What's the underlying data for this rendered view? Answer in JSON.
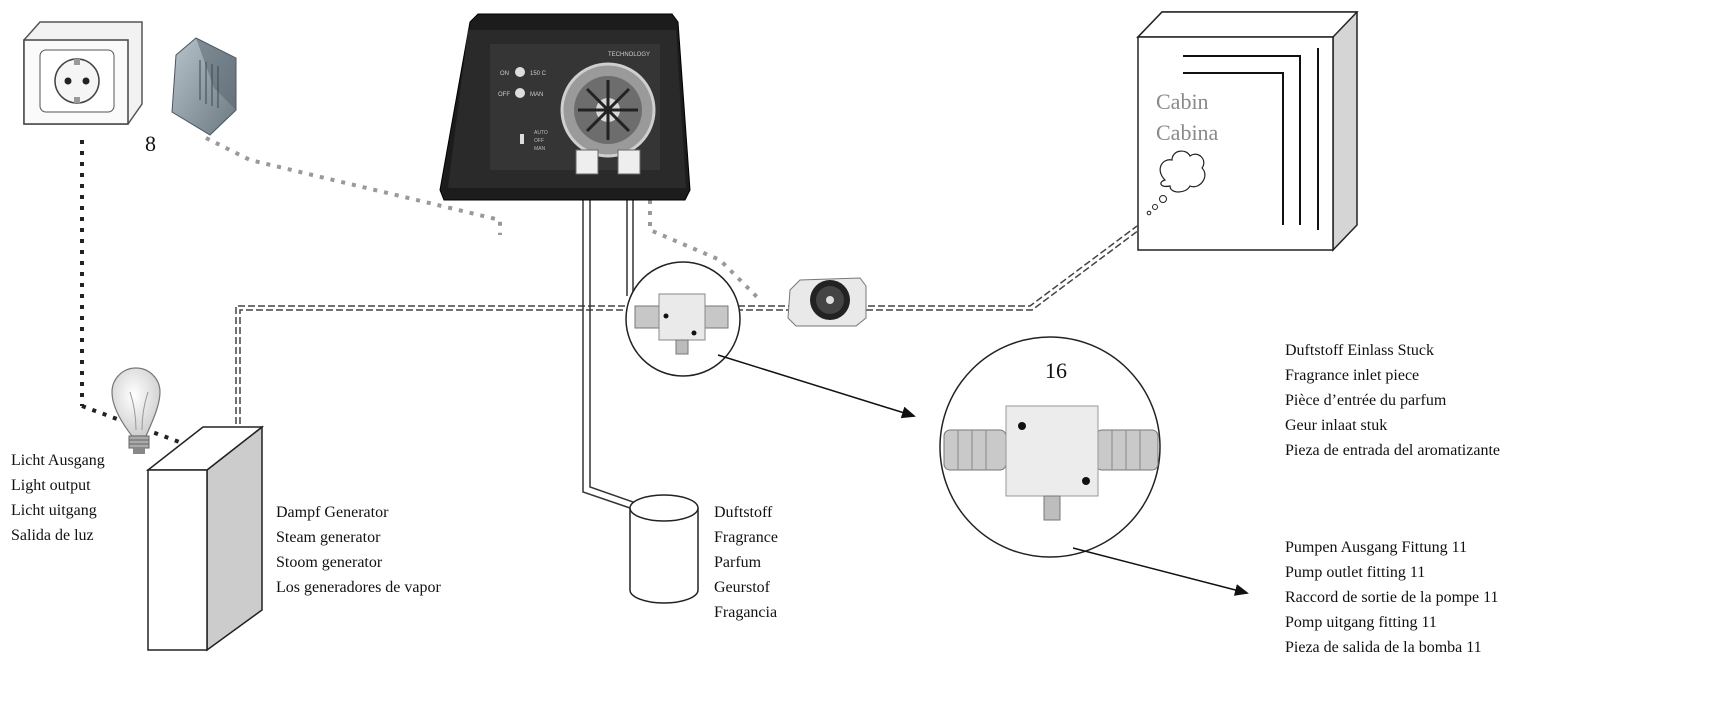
{
  "numbers": {
    "adapter": "8",
    "fitting_zoom": "16"
  },
  "cabin": {
    "line1": "Cabin",
    "line2": "Cabina"
  },
  "light_output": [
    "Licht Ausgang",
    "Light output",
    "Licht uitgang",
    "Salida de luz"
  ],
  "steam_generator": [
    "Dampf Generator",
    "Steam generator",
    "Stoom generator",
    "Los generadores de vapor"
  ],
  "fragrance": [
    "Duftstoff",
    "Fragrance",
    "Parfum",
    "Geurstof",
    "Fragancia"
  ],
  "inlet_piece": [
    "Duftstoff Einlass Stuck",
    "Fragrance inlet piece",
    "Pièce d’entrée du parfum",
    "Geur inlaat stuk",
    "Pieza de entrada del aromatizante"
  ],
  "pump_outlet": [
    "Pumpen Ausgang Fittung 11",
    "Pump outlet fitting 11",
    "Raccord de sortie de la pompe 11",
    "Pomp uitgang fitting 11",
    "Pieza de salida de la bomba 11"
  ],
  "pump_panel": {
    "brand": "TECHNOLOGY",
    "switch1_on": "ON",
    "switch1_off": "OFF",
    "switch2_on": "150 C",
    "switch2_off": "MAN",
    "auto": "AUTO",
    "off": "OFF",
    "man": "MAN"
  },
  "colors": {
    "line": "#222222",
    "dotted_gray": "#999999",
    "pump_body": "#1c1c1c",
    "box_side": "#cccccc"
  }
}
